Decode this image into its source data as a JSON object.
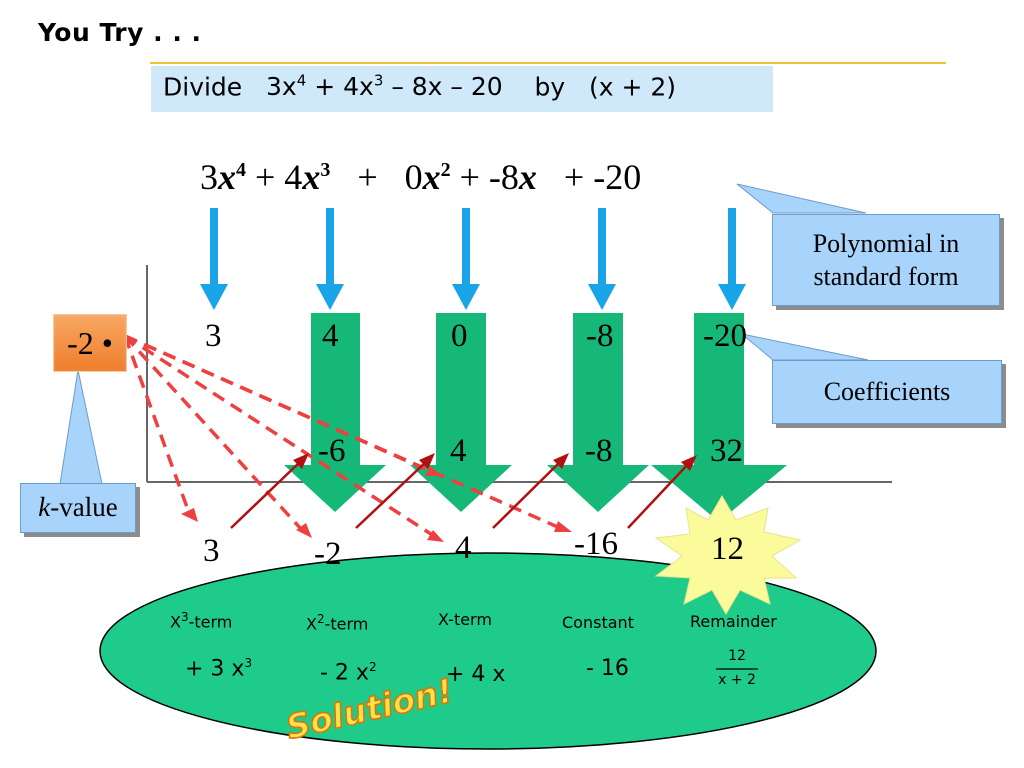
{
  "header": {
    "title": "You Try  . . ."
  },
  "prompt": {
    "divide": "Divide",
    "dividend": "3x",
    "exp4": "4",
    "mid": " + 4x",
    "exp3": "3",
    "tail": " – 8x – 20",
    "by": "by",
    "divisor": "(x + 2)"
  },
  "polynomial": {
    "t1c": "3",
    "t1v": "x",
    "t1e": "4",
    "t2c": " + 4",
    "t2v": "x",
    "t2e": "3",
    "plus1": "+",
    "t3c": "0",
    "t3v": "x",
    "t3e": "2",
    "t4": " +  -8",
    "t4v": "x",
    "t5": "+ -20"
  },
  "coefficients": [
    "3",
    "4",
    "0",
    "-8",
    "-20"
  ],
  "products": [
    "-6",
    "4",
    "-8",
    "32"
  ],
  "results": [
    "3",
    "-2",
    "4",
    "-16",
    "12"
  ],
  "k_value": "-2 •",
  "callouts": {
    "poly_line1": "Polynomial in",
    "poly_line2": "standard form",
    "coefficients": "Coefficients",
    "k_italic": "k",
    "k_rest": "-value"
  },
  "solution": {
    "labels": {
      "x3_pre": "X",
      "x3_exp": "3",
      "x3_post": "-term",
      "x2_pre": "X",
      "x2_exp": "2",
      "x2_post": "-term",
      "x": "X-term",
      "constant": "Constant",
      "remainder": "Remainder"
    },
    "terms": {
      "x3_pre": "+ 3 x",
      "x3_exp": "3",
      "x2_pre": "- 2 x",
      "x2_exp": "2",
      "x": "+ 4 x",
      "constant": "- 16",
      "rem_num": "12",
      "rem_den": "x + 2"
    },
    "banner": "Solution!"
  },
  "colors": {
    "green": "#16b878",
    "blue_arrow": "#1aa4e8",
    "red_dash": "#ee4040",
    "dark_red": "#b01010",
    "ellipse": "#1fcb8a",
    "callout": "#a8d4fb",
    "orange": "#f28e3c",
    "star": "#fbfb9b"
  }
}
